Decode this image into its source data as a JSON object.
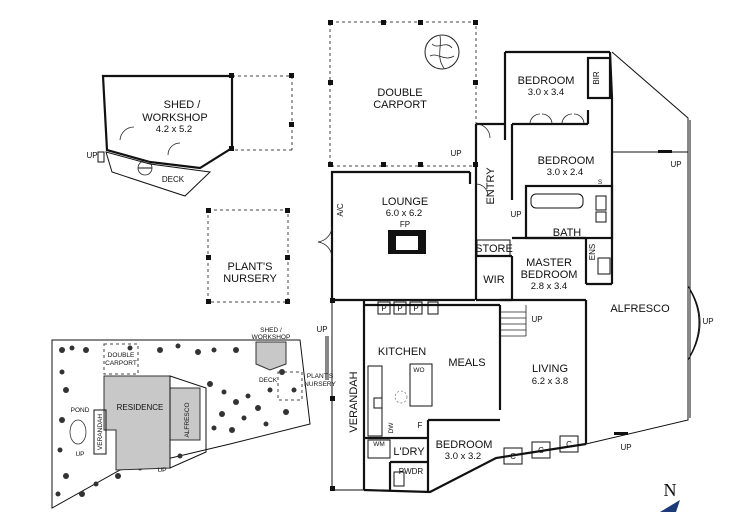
{
  "labels": {
    "shed": "SHED /",
    "shed2": "WORKSHOP",
    "shed_dim": "4.2 x 5.2",
    "deck": "DECK",
    "carport": "DOUBLE",
    "carport2": "CARPORT",
    "plants": "PLANT'S",
    "plants2": "NURSERY",
    "lounge": "LOUNGE",
    "lounge_dim": "6.0 x 6.2",
    "fp": "FP",
    "ac": "A/C",
    "entry": "ENTRY",
    "store": "STORE",
    "wir": "WIR",
    "bed1": "BEDROOM",
    "bed1_dim": "3.0 x 3.4",
    "bir": "BIR",
    "bed2": "BEDROOM",
    "bed2_dim": "3.0 x 2.4",
    "bath": "BATH",
    "s": "S",
    "ens": "ENS",
    "master": "MASTER",
    "master2": "BEDROOM",
    "master_dim": "2.8 x 3.4",
    "alfresco": "ALFRESCO",
    "kitchen": "KITCHEN",
    "meals": "MEALS",
    "living": "LIVING",
    "living_dim": "6.2 x 3.8",
    "verandah": "VERANDAH",
    "wo": "WO",
    "dw": "DW",
    "f": "F",
    "wm": "WM",
    "ldry": "L'DRY",
    "bed3": "BEDROOM",
    "bed3_dim": "3.0 x 3.2",
    "pwdr": "PWDR",
    "p": "P",
    "c": "C",
    "up": "UP",
    "north": "N"
  },
  "site": {
    "residence": "RESIDENCE",
    "alfresco": "ALFRESCO",
    "verandah": "VERANDAH",
    "carport": "DOUBLE",
    "carport2": "CARPORT",
    "shed": "SHED /",
    "shed2": "WORKSHOP",
    "deck": "DECK",
    "plants": "PLANT'S",
    "plants2": "NURSERY",
    "pond": "POND",
    "up": "UP"
  }
}
